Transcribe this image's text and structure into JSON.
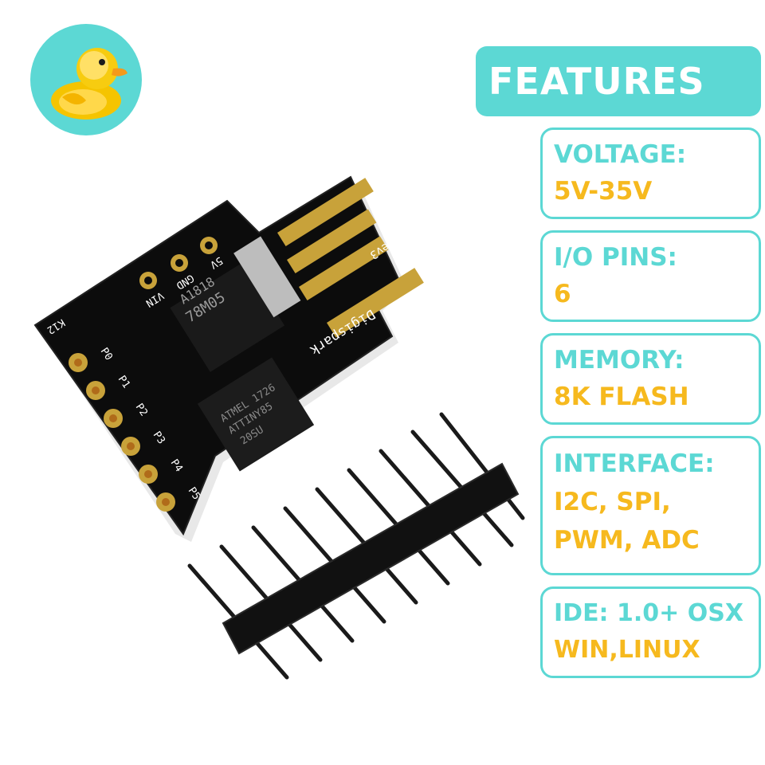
{
  "logo": {
    "icon": "rubber-duck-icon",
    "background": "#5cd8d4"
  },
  "features": {
    "title": "FEATURES",
    "accent_color": "#5cd8d4",
    "value_color": "#f6b91e",
    "items": [
      {
        "label": "VOLTAGE:",
        "value": "5V-35V"
      },
      {
        "label": "I/O PINS:",
        "value": "6"
      },
      {
        "label": "MEMORY:",
        "value": "8K FLASH"
      },
      {
        "label": "INTERFACE:",
        "value_lines": [
          "I2C, SPI,",
          "PWM, ADC"
        ]
      },
      {
        "label": "IDE: 1.0+ OSX",
        "value": "WIN,LINUX"
      }
    ]
  },
  "board": {
    "silkscreen": {
      "brand": "Digispark",
      "revision": "rev3",
      "regulator": "78M05",
      "regulator_code": "A1818",
      "chip_line1": "ATMEL 1726",
      "chip_line2": "ATTINY85",
      "chip_line3": "20SU",
      "pin_5v": "5V",
      "pin_gnd": "GND",
      "pin_vin": "VIN",
      "pins": [
        "P0",
        "P1",
        "P2",
        "P3",
        "P4",
        "P5"
      ],
      "resistor": "K12"
    }
  }
}
